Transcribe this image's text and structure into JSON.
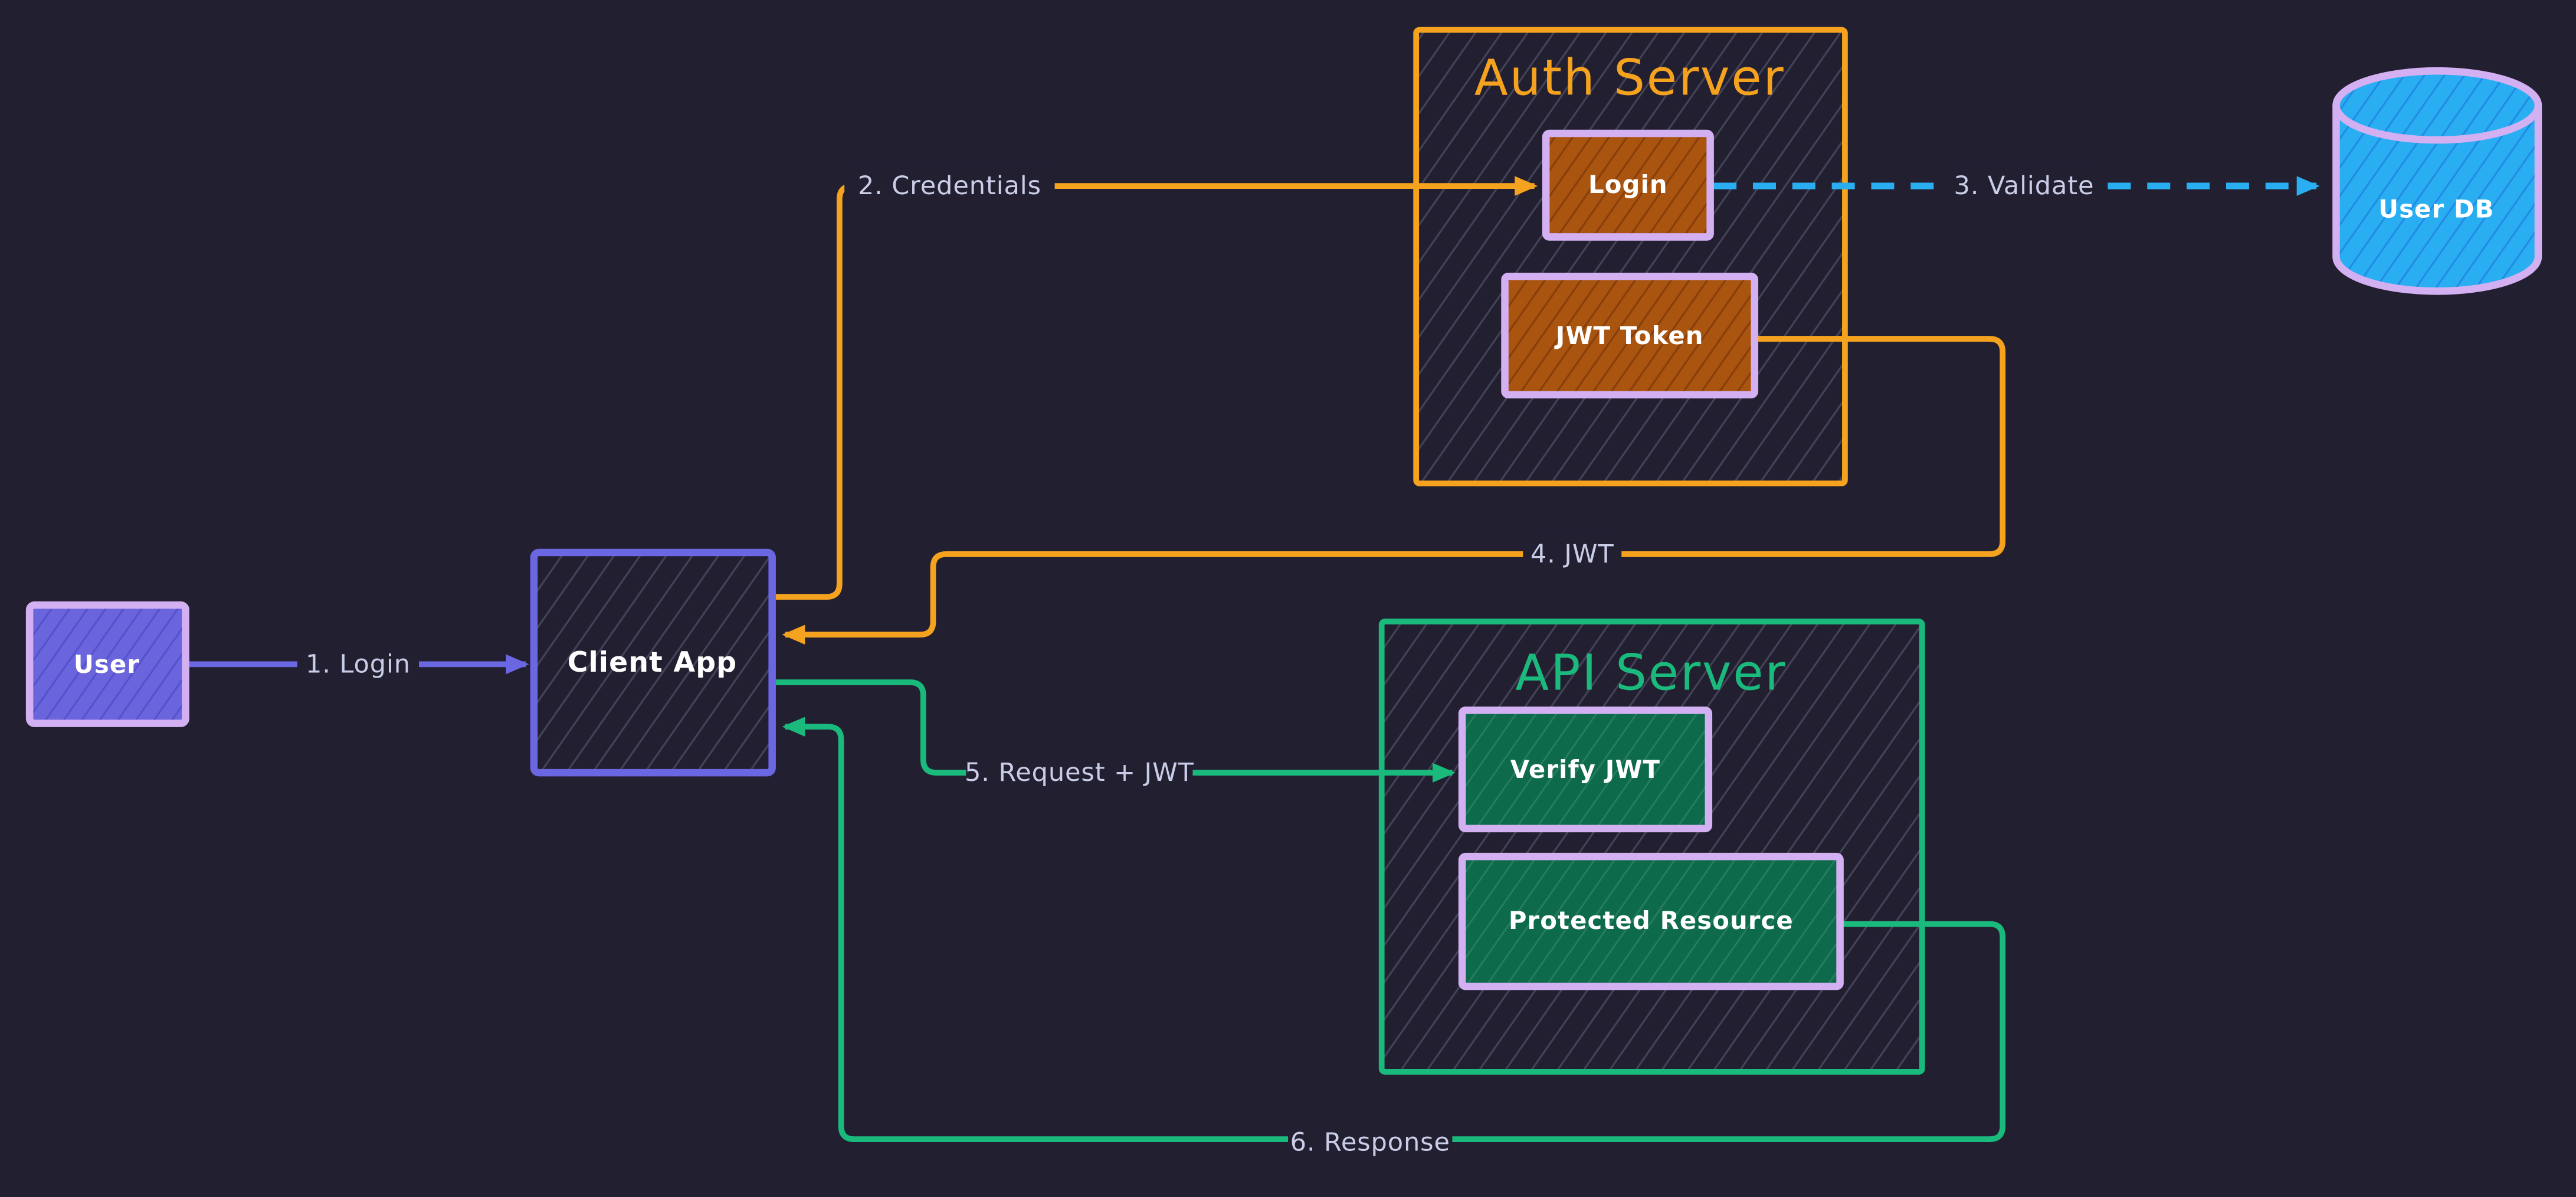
{
  "diagram": {
    "type": "flow-diagram",
    "theme": "dark",
    "background": "#221f31",
    "nodes": {
      "user": {
        "label": "User",
        "fill": "#6a65dd",
        "border": "#d3b0f2"
      },
      "client_app": {
        "label": "Client App",
        "fill": "hatched-dark",
        "border": "#6b67e2",
        "text_color": "#7d75f2"
      },
      "auth_server": {
        "title": "Auth Server",
        "border": "#f5a31f",
        "title_color": "#f5a31f"
      },
      "login": {
        "label": "Login",
        "fill": "#a9540f",
        "border": "#d3b0f2"
      },
      "jwt_token": {
        "label": "JWT Token",
        "fill": "#a9540f",
        "border": "#d3b0f2"
      },
      "api_server": {
        "title": "API Server",
        "border": "#1aba7d",
        "title_color": "#1aba7d"
      },
      "verify_jwt": {
        "label": "Verify JWT",
        "fill": "#0d6b4b",
        "border": "#d3b0f2"
      },
      "protected_resource": {
        "label": "Protected Resource",
        "fill": "#0d6b4b",
        "border": "#d3b0f2"
      },
      "user_db": {
        "label": "User DB",
        "fill": "#2aaef2",
        "border": "#d3b0f2",
        "shape": "cylinder"
      }
    },
    "edges": {
      "login_flow": {
        "label": "1. Login",
        "from": "user",
        "to": "client_app",
        "color": "#6b67e2",
        "style": "solid"
      },
      "credentials": {
        "label": "2. Credentials",
        "from": "client_app",
        "to": "login",
        "color": "#f5a31f",
        "style": "solid"
      },
      "validate": {
        "label": "3. Validate",
        "from": "login",
        "to": "user_db",
        "color": "#2aaef2",
        "style": "dashed"
      },
      "jwt": {
        "label": "4. JWT",
        "from": "jwt_token",
        "to": "client_app",
        "color": "#f5a31f",
        "style": "solid"
      },
      "request_jwt": {
        "label": "5. Request + JWT",
        "from": "client_app",
        "to": "verify_jwt",
        "color": "#1aba7d",
        "style": "solid"
      },
      "response": {
        "label": "6. Response",
        "from": "protected_resource",
        "to": "client_app",
        "color": "#1aba7d",
        "style": "solid"
      }
    },
    "label_text_color": "#cacde8"
  }
}
